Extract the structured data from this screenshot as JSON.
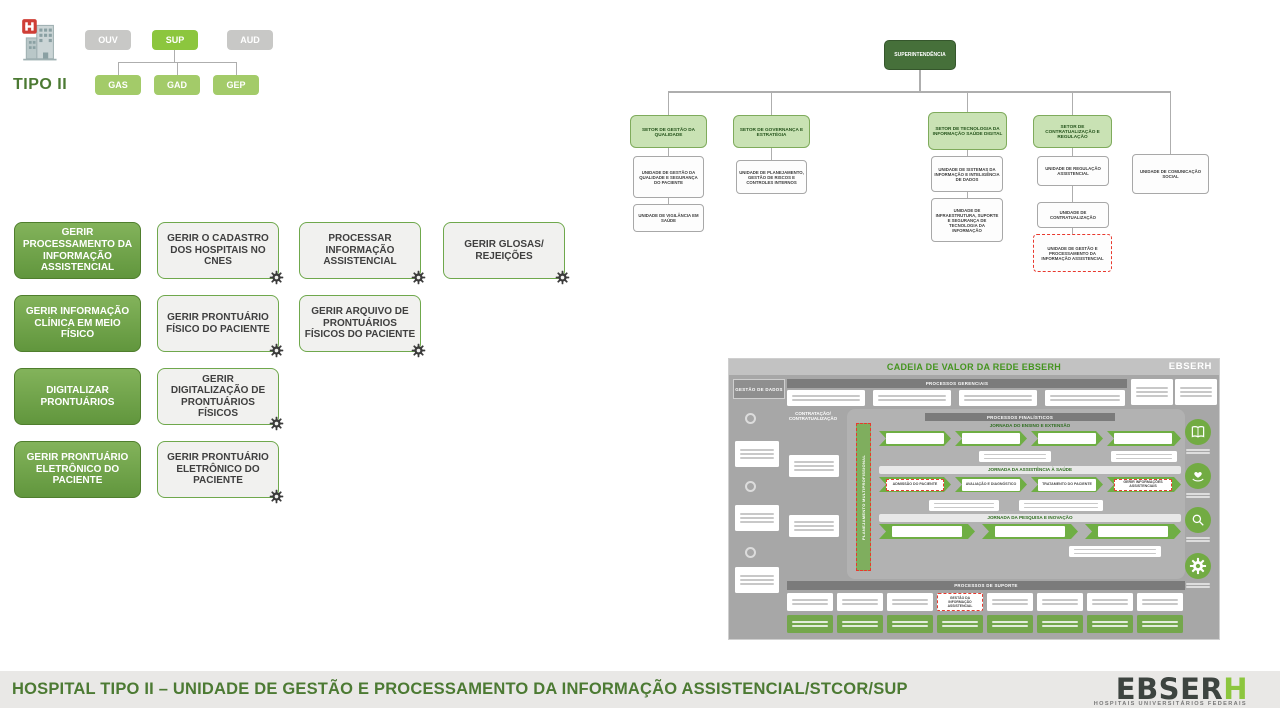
{
  "slide": {
    "tipo_label": "TIPO II",
    "footer_title": "HOSPITAL TIPO II – UNIDADE DE GESTÃO E PROCESSAMENTO DA INFORMAÇÃO ASSISTENCIAL/STCOR/SUP",
    "brand": {
      "name": "EBSER",
      "accent": "H",
      "tagline": "HOSPITAIS UNIVERSITÁRIOS FEDERAIS"
    }
  },
  "mini_org": {
    "top": [
      "OUV",
      "SUP",
      "AUD"
    ],
    "bottom": [
      "GAS",
      "GAD",
      "GEP"
    ]
  },
  "process_map": {
    "filled": [
      "GERIR PROCESSAMENTO DA INFORMAÇÃO ASSISTENCIAL",
      "GERIR INFORMAÇÃO CLÍNICA EM MEIO FÍSICO",
      "DIGITALIZAR PRONTUÁRIOS",
      "GERIR PRONTUÁRIO ELETRÔNICO DO PACIENTE"
    ],
    "outlined": [
      "GERIR O CADASTRO DOS HOSPITAIS NO CNES",
      "PROCESSAR INFORMAÇÃO ASSISTENCIAL",
      "GERIR GLOSAS/ REJEIÇÕES",
      "GERIR PRONTUÁRIO FÍSICO DO PACIENTE",
      "GERIR ARQUIVO DE PRONTUÁRIOS FÍSICOS DO PACIENTE",
      "GERIR DIGITALIZAÇÃO DE PRONTUÁRIOS FÍSICOS",
      "GERIR PRONTUÁRIO ELETRÔNICO DO PACIENTE"
    ]
  },
  "org_chart": {
    "root": "SUPERINTENDÊNCIA",
    "sectors": [
      "SETOR DE GESTÃO DA QUALIDADE",
      "SETOR DE GOVERNANÇA E ESTRATÉGIA",
      "SETOR DE TECNOLOGIA DA INFORMAÇÃO SAÚDE DIGITAL",
      "SETOR DE CONTRATUALIZAÇÃO E REGULAÇÃO"
    ],
    "units": [
      "UNIDADE DE GESTÃO DA QUALIDADE E SEGURANÇA DO PACIENTE",
      "UNIDADE DE VIGILÂNCIA EM SAÚDE",
      "UNIDADE DE PLANEJAMENTO, GESTÃO DE RISCOS E CONTROLES INTERNOS",
      "UNIDADE DE SISTEMAS DA INFORMAÇÃO E INTELIGÊNCIA DE DADOS",
      "UNIDADE DE INFRAESTRUTURA, SUPORTE E SEGURANÇA DE TECNOLOGIA DA INFORMAÇÃO",
      "UNIDADE DE REGULAÇÃO ASSISTENCIAL",
      "UNIDADE DE CONTRATUALIZAÇÃO",
      "UNIDADE DE GESTÃO E PROCESSAMENTO DA INFORMAÇÃO ASSISTENCIAL",
      "UNIDADE DE COMUNICAÇÃO SOCIAL"
    ]
  },
  "value_chain": {
    "title": "CADEIA DE VALOR DA REDE EBSERH",
    "logo": "EBSERH",
    "data_mgmt": "GESTÃO DE DADOS",
    "managerial": "PROCESSOS GERENCIAIS",
    "contracting": "CONTRATAÇÃO/ CONTRATUALIZAÇÃO",
    "core": "PROCESSOS FINALÍSTICOS",
    "support": "PROCESSOS DE SUPORTE",
    "planning": "PLANEJAMENTO MULTIPROFISSIONAL",
    "journeys": [
      "JORNADA DO ENSINO E EXTENSÃO",
      "JORNADA DA ASSISTÊNCIA À SAÚDE",
      "JORNADA DA PESQUISA E INOVAÇÃO"
    ],
    "care_steps": [
      "ADMISSÃO DO PACIENTE",
      "AVALIAÇÃO E DIAGNÓSTICO",
      "TRATAMENTO DO PACIENTE",
      "GERIR INFORMAÇÕES ASSISTENCIAIS"
    ],
    "highlight_support": "GESTÃO DA INFORMAÇÃO ASSISTENCIAL"
  },
  "colors": {
    "accent_green": "#6fa84c",
    "dark_green": "#4c7a33",
    "highlight_red": "#e8392e"
  }
}
